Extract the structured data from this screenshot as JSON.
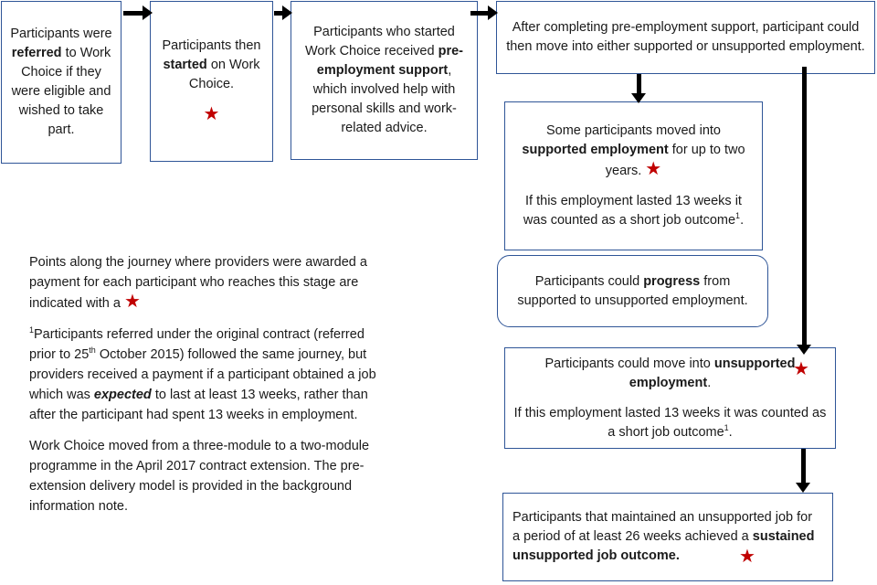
{
  "colors": {
    "box_border": "#2f5597",
    "star": "#c00000",
    "arrow": "#000000"
  },
  "icons": {
    "star": "star-icon"
  },
  "box1": {
    "t1": "Participants were ",
    "b1": "referred",
    "t2": " to Work Choice if they were eligible and wished to take part."
  },
  "box2": {
    "t1": "Participants then ",
    "b1": "started",
    "t2": " on Work Choice."
  },
  "box3": {
    "t1": "Participants who started Work Choice received ",
    "b1": "pre-employment support",
    "t2": ", which involved help with personal skills and work-related advice."
  },
  "box4": {
    "text": "After completing pre-employment support, participant could then move into either supported or unsupported employment."
  },
  "box5": {
    "t1": "Some participants moved into ",
    "b1": "supported employment",
    "t2": " for up to two years.",
    "p2": "If this employment lasted 13 weeks it was counted as a short job outcome",
    "sup": "1",
    "p2_end": "."
  },
  "box6": {
    "t1": "Participants could ",
    "b1": "progress",
    "t2": " from supported to unsupported employment."
  },
  "box7": {
    "t1": "Participants could move into ",
    "b1": "unsupported employment",
    "t2": ".",
    "p2": "If this employment lasted 13 weeks it was counted as a short job outcome",
    "sup": "1",
    "p2_end": "."
  },
  "box8": {
    "t1": "Participants that maintained an unsupported job for a period of at least 26 weeks achieved a ",
    "b1": "sustained unsupported job outcome."
  },
  "notes": {
    "p1": "Points along the journey where providers were awarded a payment for each participant who reaches this stage are indicated with a",
    "p2_sup": "1",
    "p2_a": "Participants referred under the original contract (referred prior to 25",
    "p2_sup2": "th",
    "p2_b": " October 2015) followed the same journey, but providers received a payment if a participant obtained a job which was ",
    "p2_emph": "expected",
    "p2_c": " to last at least 13 weeks, rather than after the participant had spent 13 weeks in employment.",
    "p3": "Work Choice moved from a three-module to a two-module programme in the April 2017 contract extension. The pre-extension delivery model is provided in the background information note."
  }
}
